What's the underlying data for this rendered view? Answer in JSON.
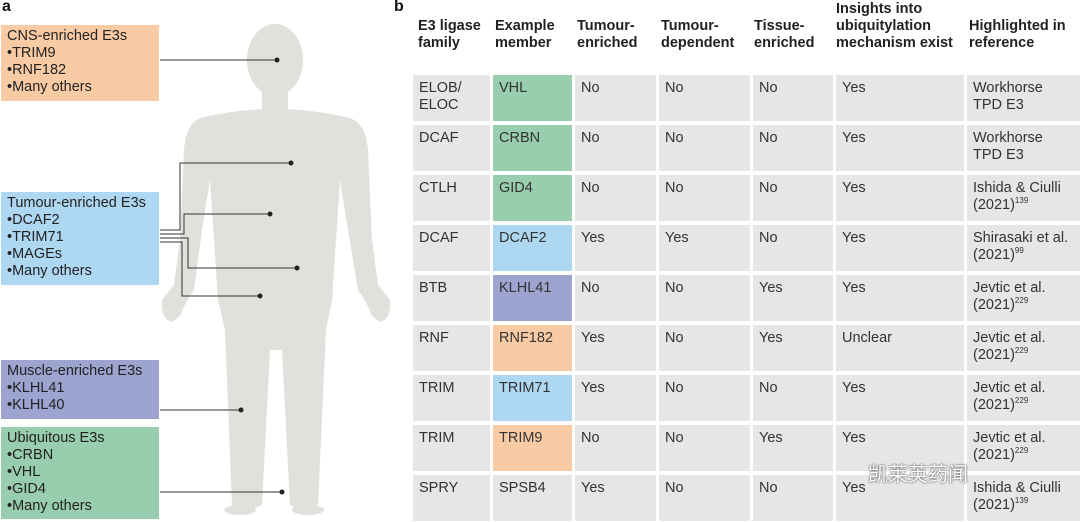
{
  "panel_a": {
    "letter": "a",
    "boxes": [
      {
        "title": "CNS-enriched E3s",
        "items": [
          "TRIM9",
          "RNF182",
          "Many others"
        ],
        "color": "#f9cba4"
      },
      {
        "title": "Tumour-enriched E3s",
        "items": [
          "DCAF2",
          "TRIM71",
          "MAGEs",
          "Many others"
        ],
        "color": "#aed7f2"
      },
      {
        "title": "Muscle-enriched E3s",
        "items": [
          "KLHL41",
          "KLHL40"
        ],
        "color": "#9ca4cf"
      },
      {
        "title": "Ubiquitous E3s",
        "items": [
          "CRBN",
          "VHL",
          "GID4",
          "Many others"
        ],
        "color": "#98cdae"
      }
    ]
  },
  "panel_b": {
    "letter": "b",
    "headers": [
      "E3 ligase family",
      "Example member",
      "Tumour-enriched",
      "Tumour-dependent",
      "Tissue-enriched",
      "Insights into ubiquitylation mechanism exist",
      "Highlighted in reference"
    ],
    "rows": [
      {
        "family": "ELOB/ ELOC",
        "member": "VHL",
        "member_color": "#98cdae",
        "tumour_enriched": "No",
        "tumour_dependent": "No",
        "tissue_enriched": "No",
        "insights": "Yes",
        "ref": "Workhorse TPD E3",
        "ref_num": ""
      },
      {
        "family": "DCAF",
        "member": "CRBN",
        "member_color": "#98cdae",
        "tumour_enriched": "No",
        "tumour_dependent": "No",
        "tissue_enriched": "No",
        "insights": "Yes",
        "ref": "Workhorse TPD E3",
        "ref_num": ""
      },
      {
        "family": "CTLH",
        "member": "GID4",
        "member_color": "#98cdae",
        "tumour_enriched": "No",
        "tumour_dependent": "No",
        "tissue_enriched": "No",
        "insights": "Yes",
        "ref": "Ishida & Ciulli (2021)",
        "ref_num": "139"
      },
      {
        "family": "DCAF",
        "member": "DCAF2",
        "member_color": "#aed7f2",
        "tumour_enriched": "Yes",
        "tumour_dependent": "Yes",
        "tissue_enriched": "No",
        "insights": "Yes",
        "ref": "Shirasaki et al. (2021)",
        "ref_num": "99"
      },
      {
        "family": "BTB",
        "member": "KLHL41",
        "member_color": "#9ca4cf",
        "tumour_enriched": "No",
        "tumour_dependent": "No",
        "tissue_enriched": "Yes",
        "insights": "Yes",
        "ref": "Jevtic et al. (2021)",
        "ref_num": "229"
      },
      {
        "family": "RNF",
        "member": "RNF182",
        "member_color": "#f9cba4",
        "tumour_enriched": "Yes",
        "tumour_dependent": "No",
        "tissue_enriched": "Yes",
        "insights": "Unclear",
        "ref": "Jevtic et al. (2021)",
        "ref_num": "229"
      },
      {
        "family": "TRIM",
        "member": "TRIM71",
        "member_color": "#aed7f2",
        "tumour_enriched": "Yes",
        "tumour_dependent": "No",
        "tissue_enriched": "No",
        "insights": "Yes",
        "ref": "Jevtic et al. (2021)",
        "ref_num": "229"
      },
      {
        "family": "TRIM",
        "member": "TRIM9",
        "member_color": "#f9cba4",
        "tumour_enriched": "No",
        "tumour_dependent": "No",
        "tissue_enriched": "Yes",
        "insights": "Yes",
        "ref": "Jevtic et al. (2021)",
        "ref_num": "229"
      },
      {
        "family": "SPRY",
        "member": "SPSB4",
        "member_color": "#e6e6e6",
        "tumour_enriched": "Yes",
        "tumour_dependent": "No",
        "tissue_enriched": "No",
        "insights": "Yes",
        "ref": "Ishida & Ciulli (2021)",
        "ref_num": "139"
      }
    ]
  },
  "watermark": "凯莱英药闻",
  "colors": {
    "cell_bg": "#e6e6e6",
    "body_silhouette": "#e0e0dd"
  }
}
